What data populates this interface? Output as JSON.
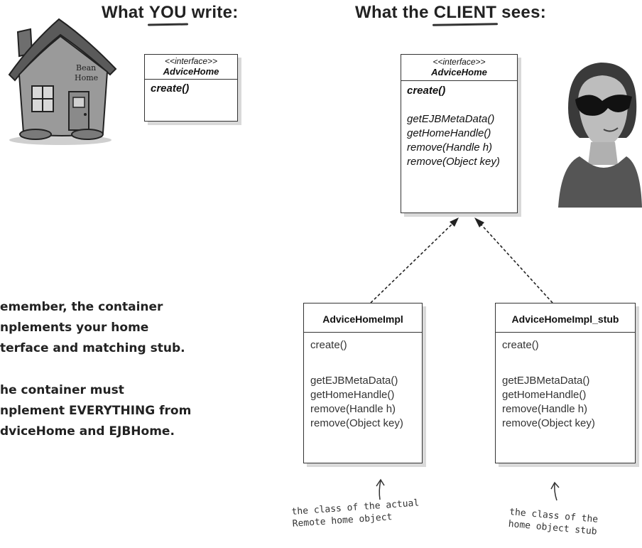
{
  "headings": {
    "left": {
      "pre": "What ",
      "emph": "YOU",
      "post": " write:"
    },
    "right": {
      "pre": "What the ",
      "emph": "CLIENT",
      "post": " sees:"
    }
  },
  "house_sign": [
    "Bean",
    "Home"
  ],
  "written_interface": {
    "stereotype": "<<interface>>",
    "name": "AdviceHome",
    "methods": [
      "create()"
    ]
  },
  "client_interface": {
    "stereotype": "<<interface>>",
    "name": "AdviceHome",
    "primary_method": "create()",
    "inherited_methods": [
      "getEJBMetaData()",
      "getHomeHandle()",
      "remove(Handle h)",
      "remove(Object key)"
    ]
  },
  "impl_class": {
    "name": "AdviceHomeImpl",
    "methods": [
      "create()",
      "getEJBMetaData()",
      "getHomeHandle()",
      "remove(Handle h)",
      "remove(Object key)"
    ]
  },
  "stub_class": {
    "name": "AdviceHomeImpl_stub",
    "methods": [
      "create()",
      "getEJBMetaData()",
      "getHomeHandle()",
      "remove(Handle h)",
      "remove(Object key)"
    ]
  },
  "remember_text": {
    "lines1": [
      "emember, the container",
      "nplements your home",
      "terface and matching stub."
    ],
    "lines2": [
      "he container must",
      "nplement EVERYTHING from",
      "dviceHome and EJBHome."
    ]
  },
  "annotations": {
    "impl_note": [
      "the class of the actual",
      "Remote home object"
    ],
    "stub_note": [
      "the class of the",
      "home object stub"
    ]
  }
}
